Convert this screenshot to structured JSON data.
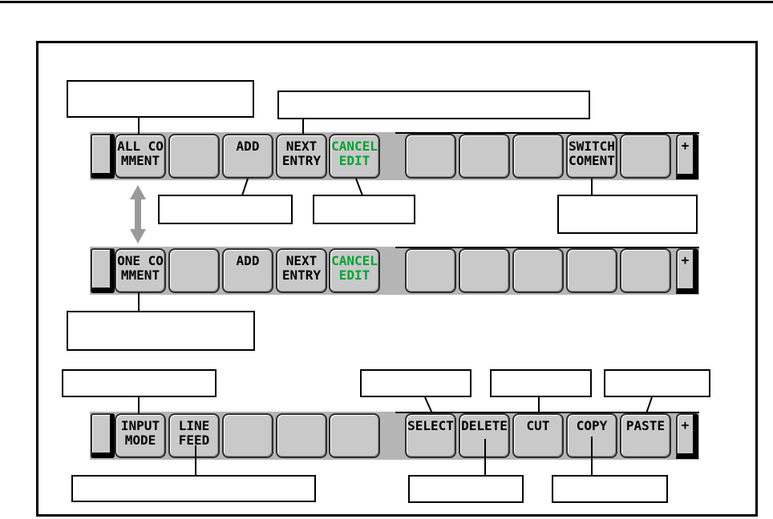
{
  "figure": {
    "colors": {
      "green_key_text": "#00a432",
      "black_key_text": "#000000",
      "bar_background": "#b5b5b5",
      "key_background": "#c9c9c9"
    },
    "softkey_rows": [
      {
        "id": "all-comment-menu",
        "plus_label": "+",
        "keys": [
          {
            "label": "ALL CO\nMMENT",
            "green": false
          },
          {
            "label": "",
            "green": false
          },
          {
            "label": "ADD",
            "green": false
          },
          {
            "label": "NEXT\nENTRY",
            "green": false
          },
          {
            "label": "CANCEL\nEDIT",
            "green": true
          },
          {
            "label": "",
            "green": false
          },
          {
            "label": "",
            "green": false
          },
          {
            "label": "",
            "green": false
          },
          {
            "label": "SWITCH\nCOMENT",
            "green": false
          },
          {
            "label": "",
            "green": false
          }
        ]
      },
      {
        "id": "one-comment-menu",
        "plus_label": "+",
        "keys": [
          {
            "label": "ONE CO\nMMENT",
            "green": false
          },
          {
            "label": "",
            "green": false
          },
          {
            "label": "ADD",
            "green": false
          },
          {
            "label": "NEXT\nENTRY",
            "green": false
          },
          {
            "label": "CANCEL\nEDIT",
            "green": true
          },
          {
            "label": "",
            "green": false
          },
          {
            "label": "",
            "green": false
          },
          {
            "label": "",
            "green": false
          },
          {
            "label": "",
            "green": false
          },
          {
            "label": "",
            "green": false
          }
        ]
      },
      {
        "id": "edit-menu",
        "plus_label": "+",
        "keys": [
          {
            "label": "INPUT\nMODE",
            "green": false
          },
          {
            "label": "LINE\nFEED",
            "green": false
          },
          {
            "label": "",
            "green": false
          },
          {
            "label": "",
            "green": false
          },
          {
            "label": "",
            "green": false
          },
          {
            "label": "SELECT",
            "green": false
          },
          {
            "label": "DELETE",
            "green": false
          },
          {
            "label": "CUT",
            "green": false
          },
          {
            "label": "COPY",
            "green": false
          },
          {
            "label": "PASTE",
            "green": false
          }
        ]
      }
    ]
  }
}
